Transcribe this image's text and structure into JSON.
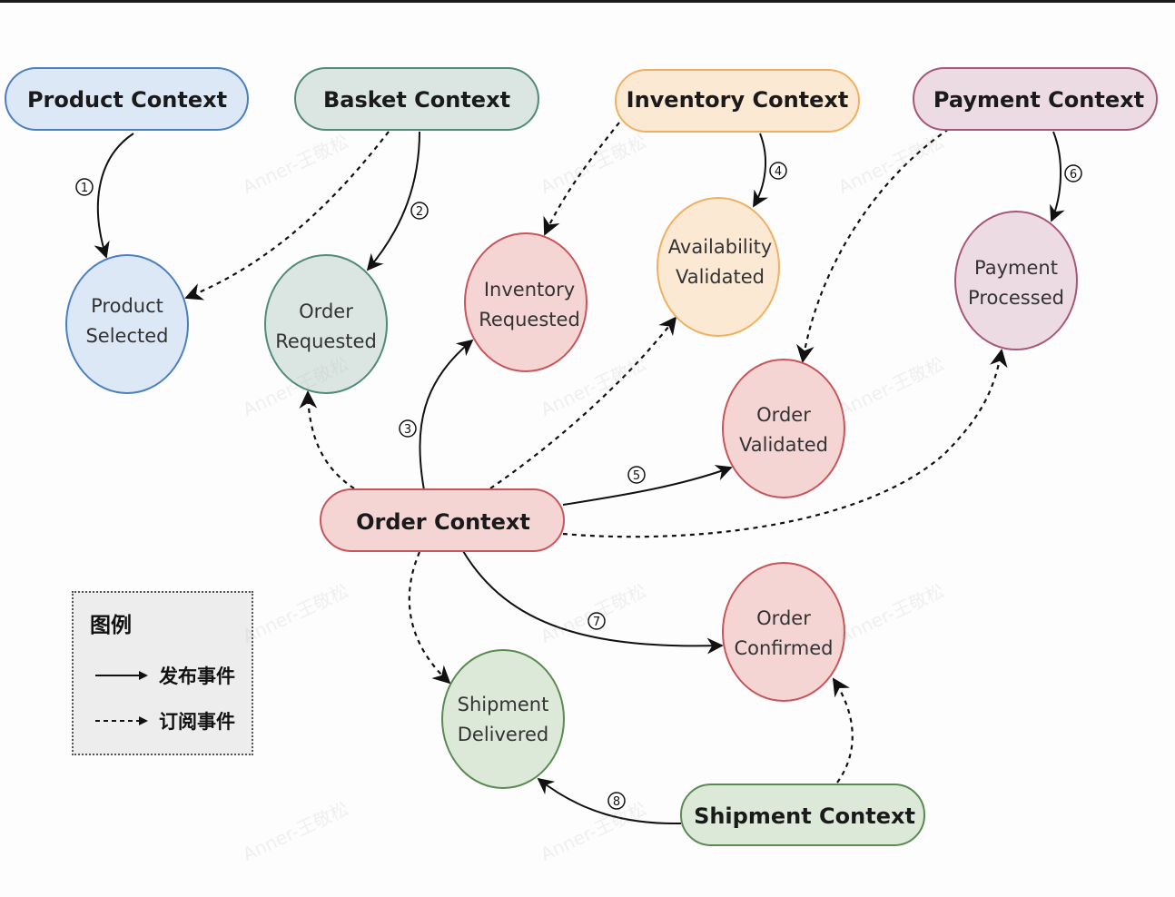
{
  "legend": {
    "title": "图例",
    "publish_label": "发布事件",
    "subscribe_label": "订阅事件"
  },
  "watermark": "Anner-王敬松",
  "contexts": [
    {
      "id": "product",
      "label": "Product Context",
      "fill": "#dce8f5",
      "stroke": "#4a7fc1"
    },
    {
      "id": "basket",
      "label": "Basket Context",
      "fill": "#dbe6e3",
      "stroke": "#4f8a7b"
    },
    {
      "id": "inventory",
      "label": "Inventory Context",
      "fill": "#fbe9d4",
      "stroke": "#f0b060"
    },
    {
      "id": "payment",
      "label": "Payment Context",
      "fill": "#ecdbe2",
      "stroke": "#a8557a"
    },
    {
      "id": "order",
      "label": "Order Context",
      "fill": "#f4d5d3",
      "stroke": "#c9545a"
    },
    {
      "id": "shipment",
      "label": "Shipment Context",
      "fill": "#dce9d8",
      "stroke": "#5a8a52"
    }
  ],
  "events": [
    {
      "id": "product_selected",
      "lines": [
        "Product",
        "Selected"
      ],
      "fill": "#dce8f5",
      "stroke": "#4a7fc1"
    },
    {
      "id": "order_requested",
      "lines": [
        "Order",
        "Requested"
      ],
      "fill": "#dbe6e3",
      "stroke": "#4f8a7b"
    },
    {
      "id": "inventory_requested",
      "lines": [
        "Inventory",
        "Requested"
      ],
      "fill": "#f4d5d3",
      "stroke": "#c9545a"
    },
    {
      "id": "availability_validated",
      "lines": [
        "Availability",
        "Validated"
      ],
      "fill": "#fbe9d4",
      "stroke": "#f0b060"
    },
    {
      "id": "payment_processed",
      "lines": [
        "Payment",
        "Processed"
      ],
      "fill": "#ecdbe2",
      "stroke": "#a8557a"
    },
    {
      "id": "order_validated",
      "lines": [
        "Order",
        "Validated"
      ],
      "fill": "#f4d5d3",
      "stroke": "#c9545a"
    },
    {
      "id": "order_confirmed",
      "lines": [
        "Order",
        "Confirmed"
      ],
      "fill": "#f4d5d3",
      "stroke": "#c9545a"
    },
    {
      "id": "shipment_delivered",
      "lines": [
        "Shipment",
        "Delivered"
      ],
      "fill": "#dce9d8",
      "stroke": "#5a8a52"
    }
  ],
  "edges": [
    {
      "from": "product",
      "to": "product_selected",
      "type": "publish",
      "step": "1"
    },
    {
      "from": "basket",
      "to": "order_requested",
      "type": "publish",
      "step": "2"
    },
    {
      "from": "order",
      "to": "inventory_requested",
      "type": "publish",
      "step": "3"
    },
    {
      "from": "inventory",
      "to": "availability_validated",
      "type": "publish",
      "step": "4"
    },
    {
      "from": "order",
      "to": "order_validated",
      "type": "publish",
      "step": "5"
    },
    {
      "from": "payment",
      "to": "payment_processed",
      "type": "publish",
      "step": "6"
    },
    {
      "from": "order",
      "to": "order_confirmed",
      "type": "publish",
      "step": "7"
    },
    {
      "from": "shipment",
      "to": "shipment_delivered",
      "type": "publish",
      "step": "8"
    },
    {
      "from": "basket",
      "to": "product_selected",
      "type": "subscribe"
    },
    {
      "from": "inventory",
      "to": "inventory_requested",
      "type": "subscribe"
    },
    {
      "from": "payment",
      "to": "order_validated",
      "type": "subscribe"
    },
    {
      "from": "order",
      "to": "order_requested",
      "type": "subscribe"
    },
    {
      "from": "order",
      "to": "availability_validated",
      "type": "subscribe"
    },
    {
      "from": "order",
      "to": "payment_processed",
      "type": "subscribe"
    },
    {
      "from": "order",
      "to": "shipment_delivered",
      "type": "subscribe"
    },
    {
      "from": "shipment",
      "to": "order_confirmed",
      "type": "subscribe"
    }
  ]
}
